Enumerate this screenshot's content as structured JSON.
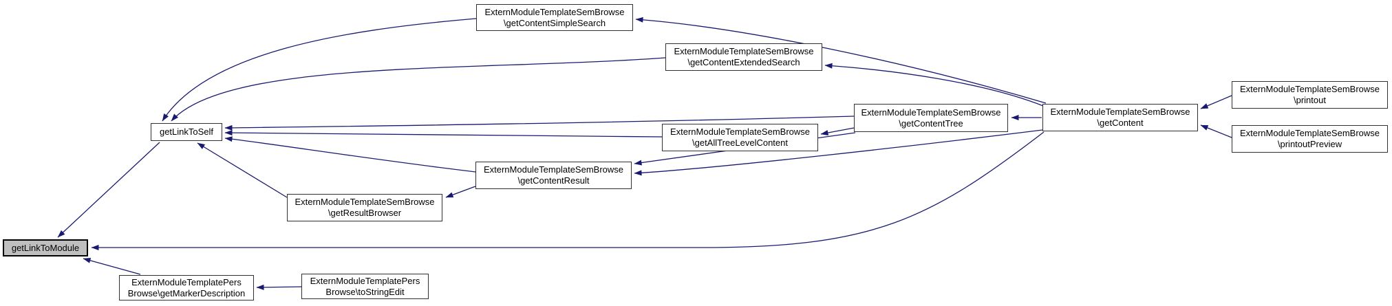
{
  "graph": {
    "type": "caller-graph",
    "root_function": "getLinkToModule",
    "edge_color": "#191970",
    "node_fill": "#ffffff",
    "root_fill": "#bfbfbf"
  },
  "nodes": {
    "module": {
      "name": "getLinkToModule",
      "line1": "getLinkToModule"
    },
    "self": {
      "name": "getLinkToSelf",
      "line1": "getLinkToSelf"
    },
    "simple": {
      "name": "ExternModuleTemplateSemBrowse\\getContentSimpleSearch",
      "line1": "ExternModuleTemplateSemBrowse",
      "line2": "\\getContentSimpleSearch"
    },
    "extended": {
      "name": "ExternModuleTemplateSemBrowse\\getContentExtendedSearch",
      "line1": "ExternModuleTemplateSemBrowse",
      "line2": "\\getContentExtendedSearch"
    },
    "tree": {
      "name": "ExternModuleTemplateSemBrowse\\getContentTree",
      "line1": "ExternModuleTemplateSemBrowse",
      "line2": "\\getContentTree"
    },
    "alltree": {
      "name": "ExternModuleTemplateSemBrowse\\getAllTreeLevelContent",
      "line1": "ExternModuleTemplateSemBrowse",
      "line2": "\\getAllTreeLevelContent"
    },
    "content": {
      "name": "ExternModuleTemplateSemBrowse\\getContent",
      "line1": "ExternModuleTemplateSemBrowse",
      "line2": "\\getContent"
    },
    "result": {
      "name": "ExternModuleTemplateSemBrowse\\getContentResult",
      "line1": "ExternModuleTemplateSemBrowse",
      "line2": "\\getContentResult"
    },
    "browser": {
      "name": "ExternModuleTemplateSemBrowse\\getResultBrowser",
      "line1": "ExternModuleTemplateSemBrowse",
      "line2": "\\getResultBrowser"
    },
    "printout": {
      "name": "ExternModuleTemplateSemBrowse\\printout",
      "line1": "ExternModuleTemplateSemBrowse",
      "line2": "\\printout"
    },
    "preview": {
      "name": "ExternModuleTemplateSemBrowse\\printoutPreview",
      "line1": "ExternModuleTemplateSemBrowse",
      "line2": "\\printoutPreview"
    },
    "marker": {
      "name": "ExternModuleTemplatePersBrowse\\getMarkerDescription",
      "line1": "ExternModuleTemplatePers",
      "line2": "Browse\\getMarkerDescription"
    },
    "tostring": {
      "name": "ExternModuleTemplatePersBrowse\\toStringEdit",
      "line1": "ExternModuleTemplatePers",
      "line2": "Browse\\toStringEdit"
    }
  },
  "edges": [
    {
      "from": "simple",
      "to": "self"
    },
    {
      "from": "extended",
      "to": "self"
    },
    {
      "from": "tree",
      "to": "self"
    },
    {
      "from": "alltree",
      "to": "self"
    },
    {
      "from": "result",
      "to": "self"
    },
    {
      "from": "browser",
      "to": "self"
    },
    {
      "from": "self",
      "to": "module"
    },
    {
      "from": "content",
      "to": "module"
    },
    {
      "from": "marker",
      "to": "module"
    },
    {
      "from": "tostring",
      "to": "marker"
    },
    {
      "from": "content",
      "to": "simple"
    },
    {
      "from": "content",
      "to": "extended"
    },
    {
      "from": "content",
      "to": "tree"
    },
    {
      "from": "tree",
      "to": "alltree"
    },
    {
      "from": "tree",
      "to": "result"
    },
    {
      "from": "content",
      "to": "result"
    },
    {
      "from": "result",
      "to": "browser"
    },
    {
      "from": "printout",
      "to": "content"
    },
    {
      "from": "preview",
      "to": "content"
    }
  ]
}
